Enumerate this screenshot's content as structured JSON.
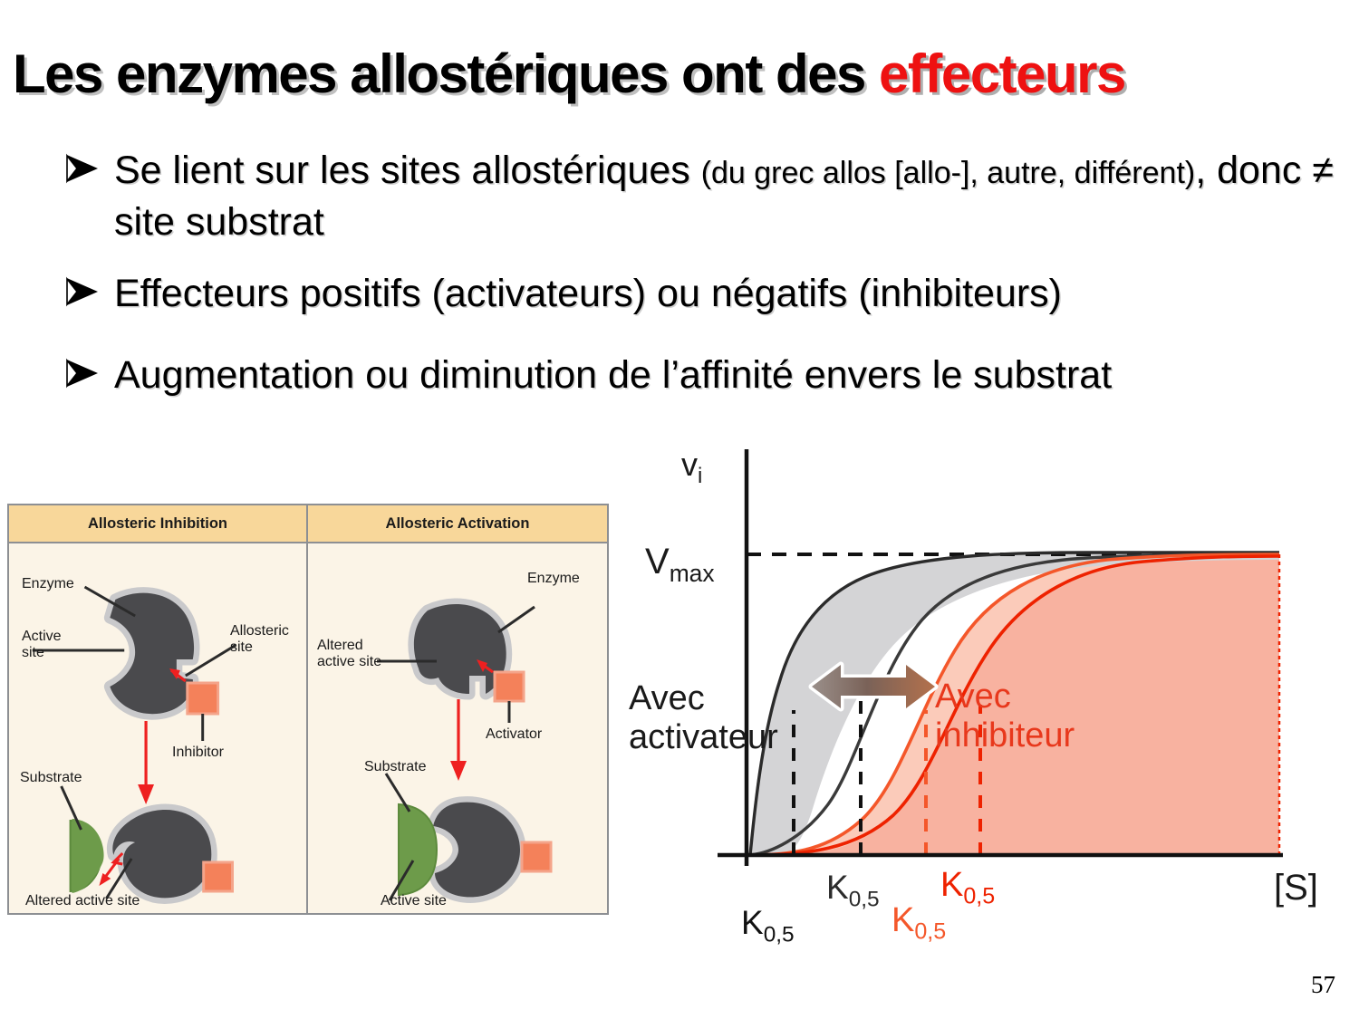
{
  "slide": {
    "title_main": "Les enzymes allostériques ont des ",
    "title_highlight": "effecteurs",
    "title_highlight_color": "#ee1111",
    "page_number": "57"
  },
  "bullets": [
    {
      "marker": "arrow-bullet-icon",
      "text_main": "Se lient sur les sites allostériques ",
      "text_small": "(du grec allos [allo-], autre, différent)",
      "text_tail": ", donc ≠ site substrat"
    },
    {
      "marker": "arrow-bullet-icon",
      "text_main": "Effecteurs positifs (activateurs) ou négatifs (inhibiteurs)",
      "text_small": "",
      "text_tail": ""
    },
    {
      "marker": "arrow-bullet-icon",
      "text_main": "Augmentation ou diminution de l’affinité envers le substrat",
      "text_small": "",
      "text_tail": ""
    }
  ],
  "figure": {
    "left_panel": {
      "header": "Allosteric Inhibition",
      "labels": {
        "enzyme": "Enzyme",
        "active_site": "Active\nsite",
        "allosteric_site": "Allosteric\nsite",
        "effector": "Inhibitor",
        "substrate": "Substrate",
        "bottom": "Altered active site"
      }
    },
    "right_panel": {
      "header": "Allosteric Activation",
      "labels": {
        "enzyme": "Enzyme",
        "altered_active_site": "Altered\nactive site",
        "effector": "Activator",
        "substrate": "Substrate",
        "bottom": "Active site"
      }
    },
    "colors": {
      "header_band": "#f8d79a",
      "panel_bg": "#fbf4e7",
      "border": "#8d8f93",
      "enzyme": "#4a4a4d",
      "enzyme_halo": "#c9c9cb",
      "substrate": "#6d9b4a",
      "effector": "#f4815a",
      "arrow_red": "#ee2020"
    }
  },
  "chart_data": {
    "type": "line",
    "title": "",
    "xlabel": "[S]",
    "ylabel": "vi",
    "y_tick_labels": [
      "Vmax"
    ],
    "x_tick_labels": [
      "K0,5",
      "K0,5",
      "K0,5",
      "K0,5"
    ],
    "annotations": [
      {
        "text": "Avec\nactivateur",
        "color": "#1a1a1a"
      },
      {
        "text": "Avec\ninhibiteur",
        "color": "#e8381c"
      },
      {
        "text": "shift-arrow",
        "color": "#8a6050"
      }
    ],
    "x": [
      0,
      0.05,
      0.1,
      0.15,
      0.2,
      0.3,
      0.4,
      0.5,
      0.6,
      0.7,
      0.8,
      0.9,
      1.0
    ],
    "series": [
      {
        "name": "Avec activateur (outer black)",
        "color": "#2b2b2b",
        "fill": "#d4d4d6",
        "values": [
          0,
          0.34,
          0.56,
          0.68,
          0.76,
          0.86,
          0.91,
          0.945,
          0.965,
          0.978,
          0.988,
          0.995,
          1.0
        ],
        "k05": 0.095
      },
      {
        "name": "Sans effecteur (inner black)",
        "color": "#3a3a3a",
        "fill": "#d4d4d6",
        "values": [
          0,
          0.12,
          0.26,
          0.38,
          0.48,
          0.64,
          0.75,
          0.83,
          0.89,
          0.935,
          0.965,
          0.985,
          1.0
        ],
        "k05": 0.215
      },
      {
        "name": "Avec inhibiteur (inner red)",
        "color": "#f4572a",
        "fill": "#fbc9b7",
        "values": [
          0,
          0.015,
          0.05,
          0.11,
          0.19,
          0.37,
          0.54,
          0.68,
          0.79,
          0.875,
          0.935,
          0.975,
          1.0
        ],
        "k05": 0.37
      },
      {
        "name": "Avec inhibiteur (outer red)",
        "color": "#ee2200",
        "fill": "#f8b2a0",
        "values": [
          0,
          0.005,
          0.02,
          0.05,
          0.095,
          0.23,
          0.39,
          0.55,
          0.69,
          0.81,
          0.9,
          0.962,
          1.0
        ],
        "k05": 0.465
      },
      {
        "name": "Vmax asymptote",
        "color": "#111111",
        "fill": "",
        "values": [
          1,
          1,
          1,
          1,
          1,
          1,
          1,
          1,
          1,
          1,
          1,
          1,
          1
        ],
        "k05": null
      }
    ],
    "xlim": [
      0,
      1
    ],
    "ylim": [
      0,
      1.05
    ],
    "grid": false,
    "legend_position": "inline-annotations"
  }
}
